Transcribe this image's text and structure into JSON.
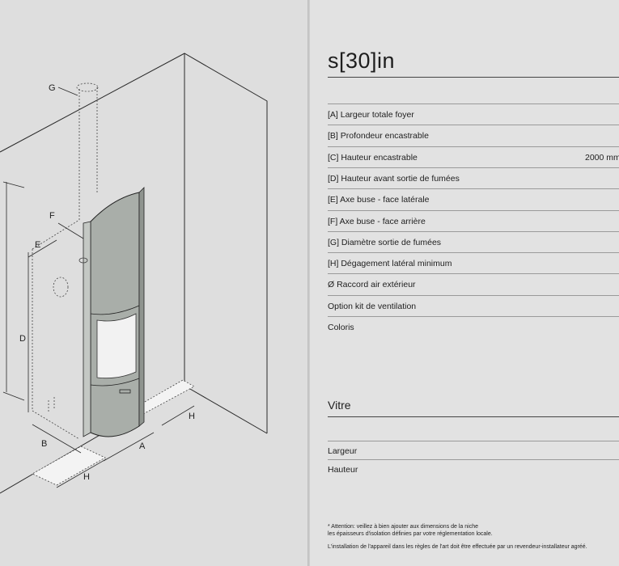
{
  "product": {
    "title": "s[30]in"
  },
  "specs": [
    {
      "label": "[A] Largeur totale foyer",
      "value": ""
    },
    {
      "label": "[B] Profondeur encastrable",
      "value": ""
    },
    {
      "label": "[C] Hauteur encastrable",
      "value": "2000 mm"
    },
    {
      "label": "[D] Hauteur avant sortie de fumées",
      "value": ""
    },
    {
      "label": "[E] Axe buse - face latérale",
      "value": ""
    },
    {
      "label": "[F] Axe buse - face arrière",
      "value": ""
    },
    {
      "label": "[G] Diamètre sortie de fumées",
      "value": ""
    },
    {
      "label": "[H] Dégagement latéral minimum",
      "value": ""
    },
    {
      "label": "Ø Raccord air extérieur",
      "value": ""
    },
    {
      "label": "Option kit de ventilation",
      "value": ""
    },
    {
      "label": "Coloris",
      "value": ""
    }
  ],
  "glass": {
    "title": "Vitre",
    "rows": [
      {
        "label": "Largeur"
      },
      {
        "label": "Hauteur"
      }
    ]
  },
  "footnotes": {
    "line1": "* Attention: veillez à bien ajouter aux dimensions de la niche",
    "line2": "les épaisseurs d'isolation définies par votre réglementation locale.",
    "line3": "L'installation de l'appareil dans les règles de l'art doit être effectuée par un revendeur-installateur agréé."
  },
  "diagram": {
    "labels": {
      "a": "A",
      "b": "B",
      "d": "D",
      "e": "E",
      "f": "F",
      "g": "G",
      "h1": "H",
      "h2": "H"
    }
  }
}
